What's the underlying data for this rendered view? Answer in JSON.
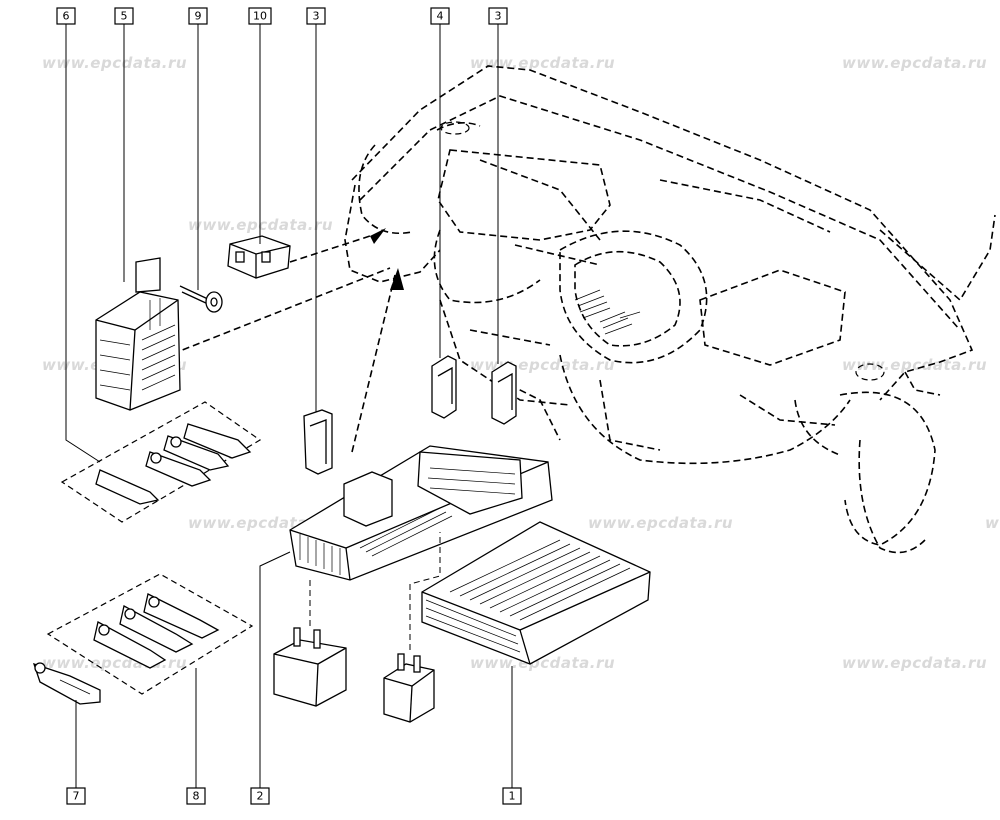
{
  "watermark_text": "www.epcdata.ru",
  "callouts": [
    {
      "id": "c6",
      "label": "6"
    },
    {
      "id": "c5",
      "label": "5"
    },
    {
      "id": "c9",
      "label": "9"
    },
    {
      "id": "c10",
      "label": "10"
    },
    {
      "id": "c3a",
      "label": "3"
    },
    {
      "id": "c4",
      "label": "4"
    },
    {
      "id": "c3b",
      "label": "3"
    },
    {
      "id": "c7",
      "label": "7"
    },
    {
      "id": "c8",
      "label": "8"
    },
    {
      "id": "c2",
      "label": "2"
    },
    {
      "id": "c1",
      "label": "1"
    }
  ]
}
